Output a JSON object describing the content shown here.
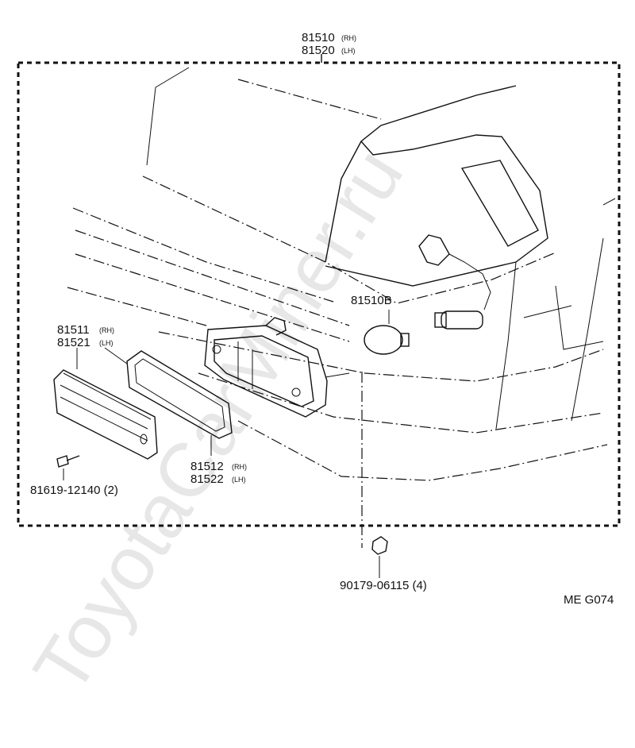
{
  "watermark": "ToyotaCarMiner.ru",
  "labels": {
    "assembly_rh": "81510",
    "assembly_rh_side": "(RH)",
    "assembly_lh": "81520",
    "assembly_lh_side": "(LH)",
    "bulb": "81510B",
    "lens_rh": "81511",
    "lens_rh_side": "(RH)",
    "lens_lh": "81521",
    "lens_lh_side": "(LH)",
    "gasket_rh": "81512",
    "gasket_rh_side": "(RH)",
    "gasket_lh": "81522",
    "gasket_lh_side": "(LH)",
    "screw": "81619-12140 (2)",
    "nut": "90179-06115 (4)",
    "code": "ME G074"
  }
}
